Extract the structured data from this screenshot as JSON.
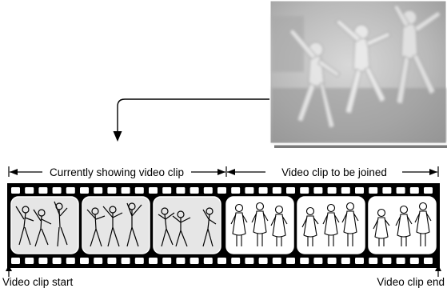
{
  "labels": {
    "current": "Currently showing video clip",
    "joined": "Video clip to be joined",
    "start": "Video clip start",
    "end": "Video clip end"
  },
  "preview": {
    "icon": "video-preview-photo",
    "depicts": "dancers"
  },
  "filmstrip": {
    "current_frames": 3,
    "joined_frames": 3
  },
  "colors": {
    "film": "#000000",
    "frame_current_bg": "#e6e6e6",
    "frame_joined_bg": "#ffffff",
    "preview_bg": "#bdbdbd",
    "shadow": "#7a7a7a"
  }
}
